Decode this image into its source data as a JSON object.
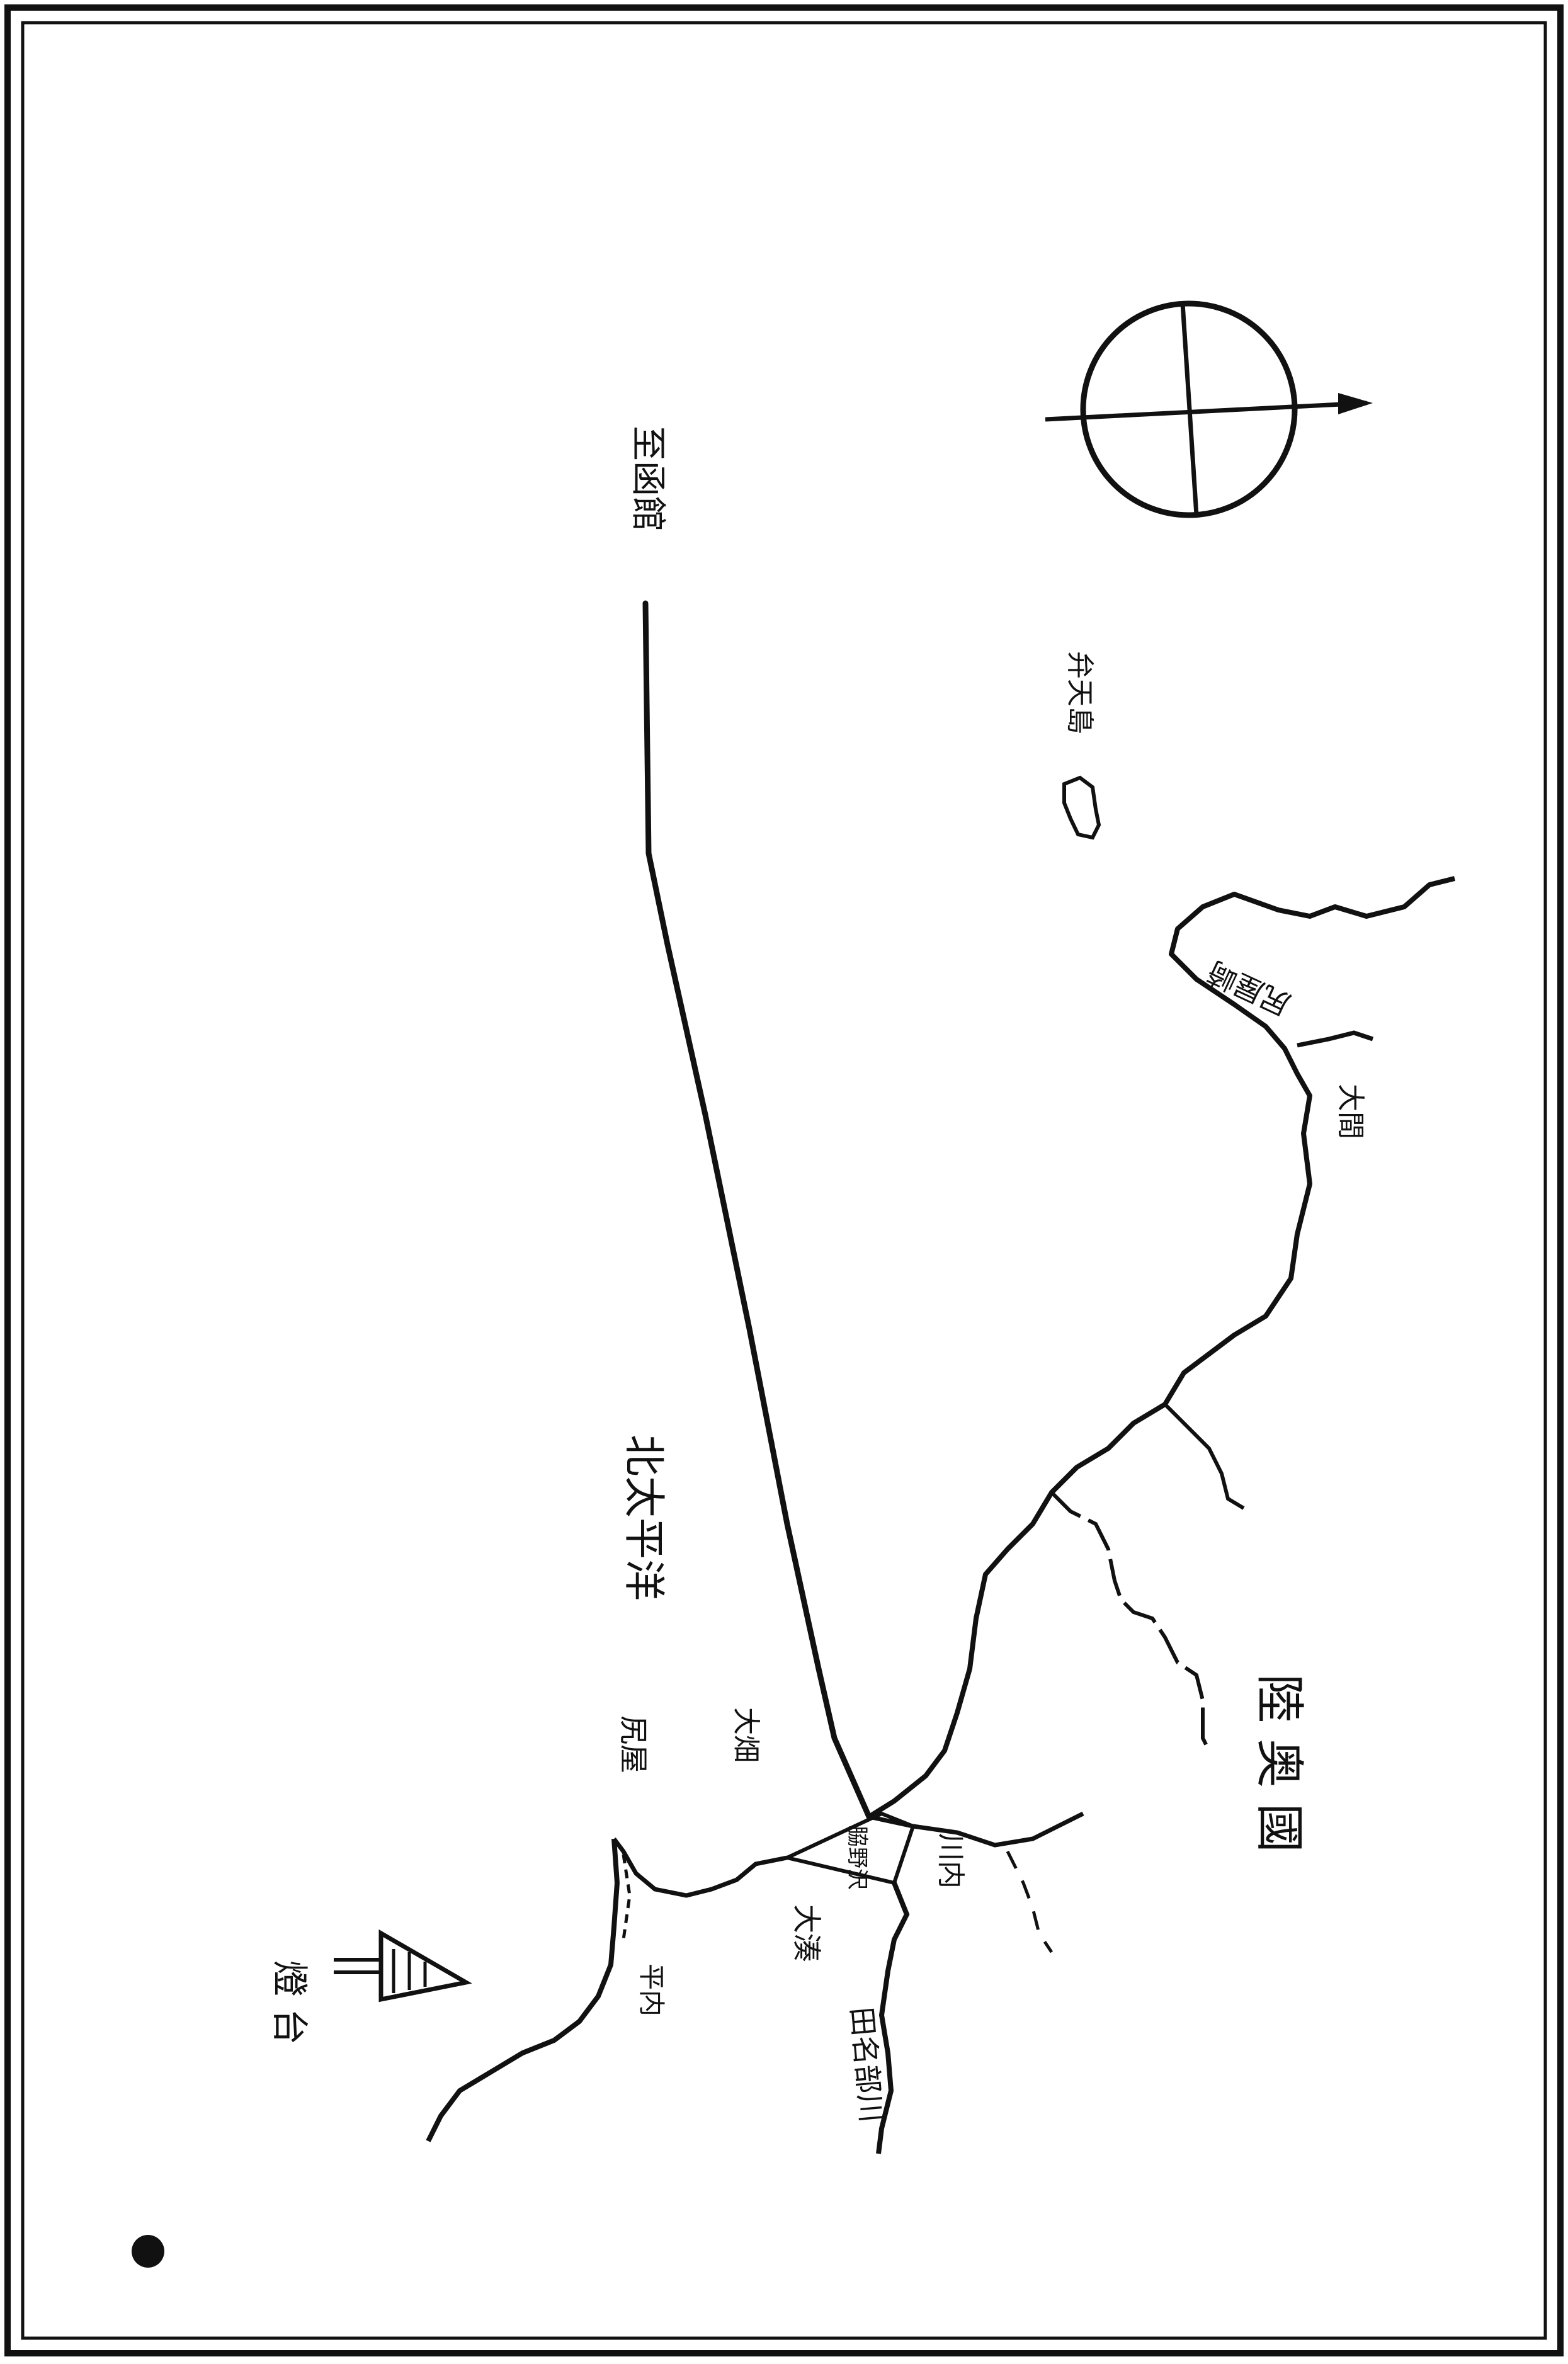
{
  "map": {
    "ink_color": "#111111",
    "paper_color": "#ffffff",
    "labels": {
      "land_region": "陸 奥 國",
      "cape_north": "尻屋崎",
      "place_north_coast": "大間",
      "island": "弁天島",
      "line_label_top": "至函館",
      "line_label_mid": "北太平洋",
      "line_label_low": "尻屋",
      "place_near_cape": "大畑",
      "river_label_a": "田名部川",
      "river_label_b": "大湊",
      "place_far_left": "平内",
      "legend_label": "燈 台",
      "place_small_a": "川内",
      "place_small_b": "脇野沢"
    },
    "compass": "compass-rose-icon",
    "legend_icon": "lighthouse-icon"
  }
}
